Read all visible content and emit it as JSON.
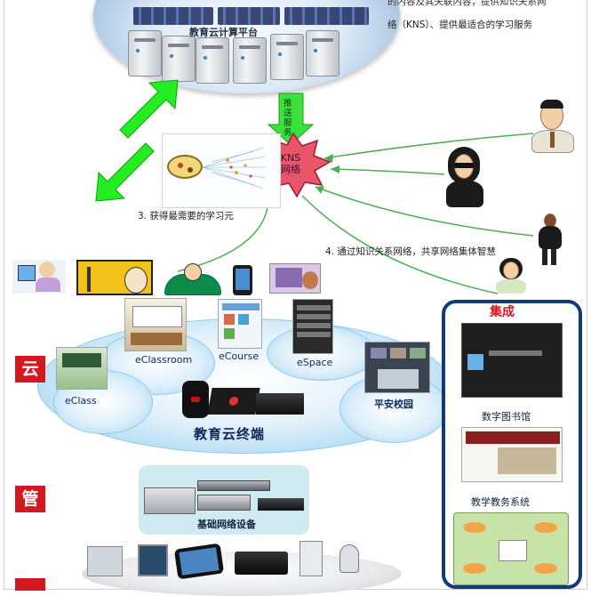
{
  "top": {
    "note_line1": "的内容及其关联内容，提供知识关系网",
    "note_line2": "络（KNS）、提供最适合的学习服务",
    "cloud_title": "教育云计算平台",
    "push_label": "推送服务",
    "star_label_line1": "KNS",
    "star_label_line2": "网络",
    "caption_3": "3. 获得最需要的学习元",
    "caption_4": "4. 通过知识关系网络，共享网络集体智慧"
  },
  "bottom": {
    "tag_cloud": "云",
    "tag_manage": "管",
    "eclassroom": "eClassroom",
    "ecourse": "eCourse",
    "espace": "eSpace",
    "eclass": "eClass",
    "safe_campus": "平安校园",
    "terminal_title": "教育云终端",
    "network_title": "基础网络设备",
    "integration": "集成",
    "library": "数字图书馆",
    "teaching_system": "教学教务系统"
  },
  "colors": {
    "arrow_green": "#22ee22",
    "tag_red": "#d4181f",
    "panel_border": "#0f3c78",
    "connector_green": "#4caf50",
    "star_red": "#e83b4e"
  },
  "icons": [
    "server-icon",
    "kns-star-icon",
    "arrow-icon",
    "person-icon",
    "terminal-icon"
  ]
}
